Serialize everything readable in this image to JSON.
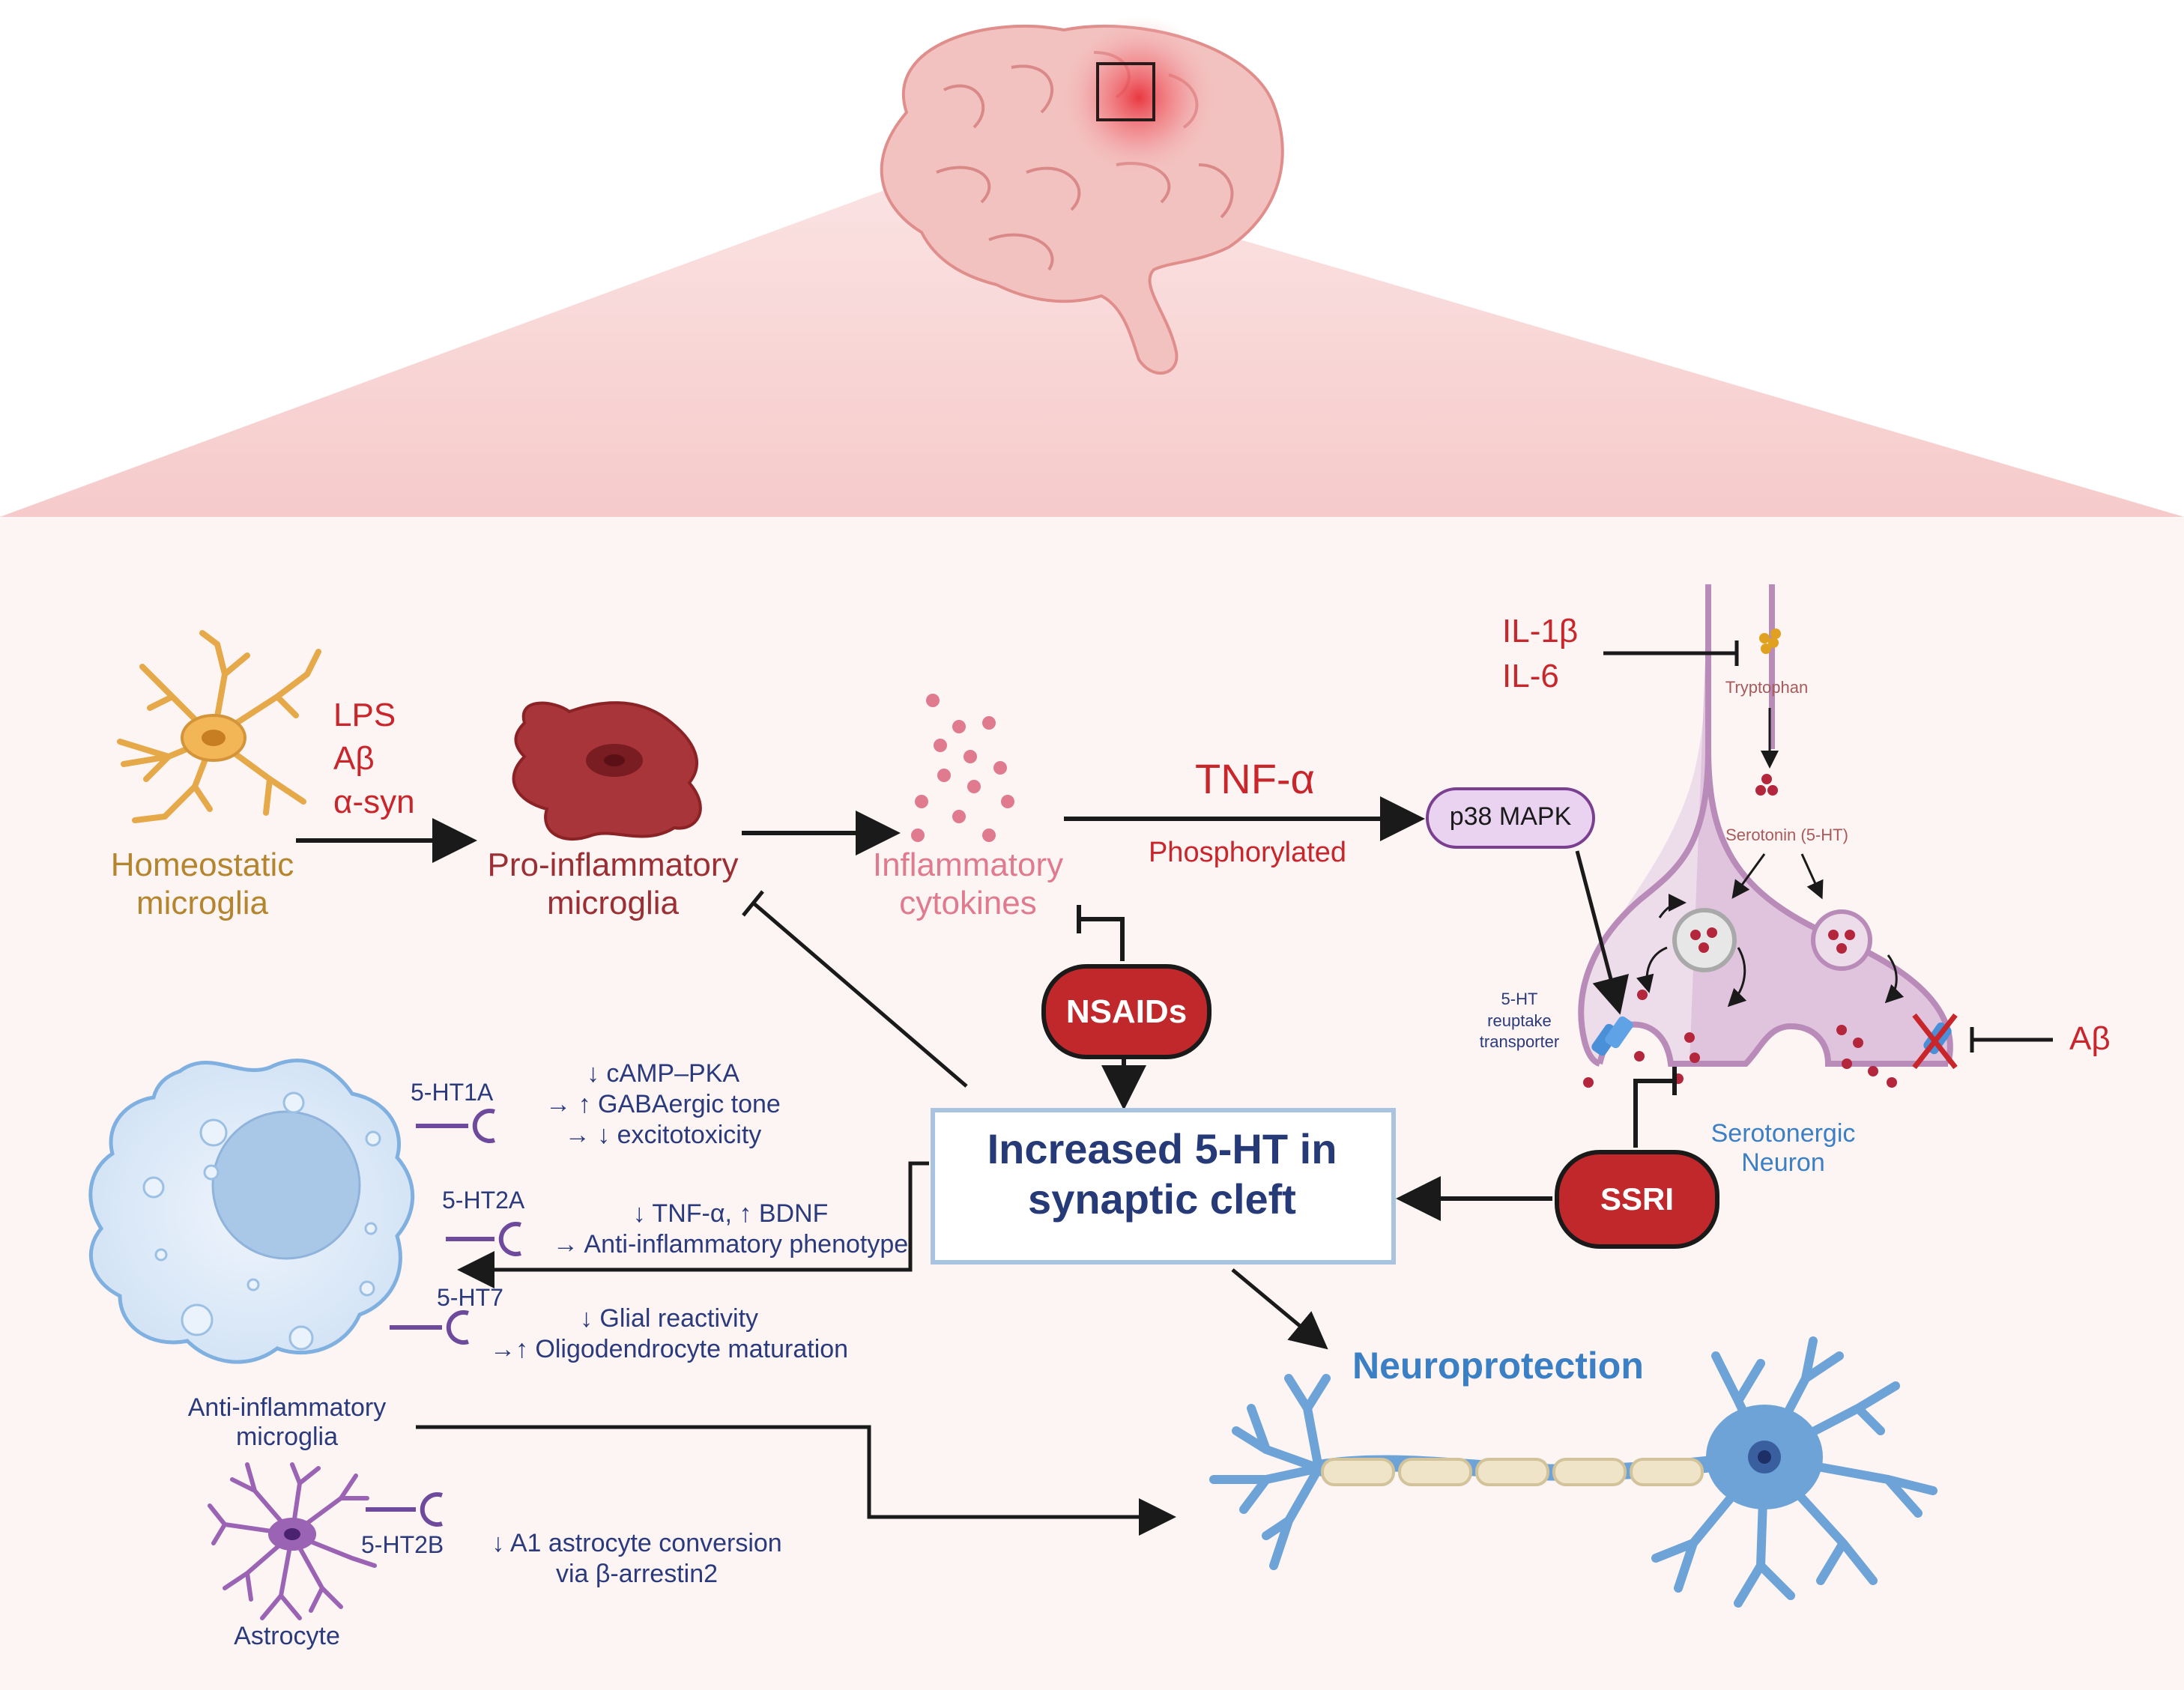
{
  "labels": {
    "homeostatic": "Homeostatic\nmicroglia",
    "pro_inflammatory": "Pro-inflammatory\nmicroglia",
    "cytokines": "Inflammatory\ncytokines",
    "lps": "LPS",
    "abeta": "Aβ",
    "asyn": "α-syn",
    "tnf": "TNF-α",
    "phosphorylated": "Phosphorylated",
    "p38": "p38 MAPK",
    "il1b": "IL-1β",
    "il6": "IL-6",
    "tryptophan": "Tryptophan",
    "serotonin": "Serotonin (5-HT)",
    "reuptake": "5-HT\nreuptake\ntransporter",
    "abeta_right": "Aβ",
    "serotonergic_neuron": "Serotonergic\nNeuron",
    "nsaids": "NSAIDs",
    "ssri": "SSRI",
    "increased_5ht": "Increased 5-HT in\nsynaptic cleft",
    "neuroprotection": "Neuroprotection",
    "anti_inflammatory": "Anti-inflammatory\nmicroglia",
    "astrocyte": "Astrocyte"
  },
  "receptors": [
    {
      "name": "5-HT1A",
      "effect": "↓ cAMP–PKA\n→ ↑ GABAergic tone\n→ ↓ excitotoxicity"
    },
    {
      "name": "5-HT2A",
      "effect": "↓ TNF-α, ↑ BDNF\n→ Anti-inflammatory phenotype"
    },
    {
      "name": "5-HT7",
      "effect": "↓ Glial reactivity\n→↑ Oligodendrocyte maturation"
    },
    {
      "name": "5-HT2B",
      "effect": "↓ A1 astrocyte conversion\nvia β-arrestin2"
    }
  ],
  "colors": {
    "accent_red": "#c8262b",
    "label_navy": "#2a3a7c",
    "label_blue": "#3b7fc4",
    "homeostatic": "#b5852e",
    "pro_inflammatory": "#9c2f33",
    "cytokine": "#e07a8e",
    "p38_fill": "#e9d3f0",
    "box_border": "#a9c4e0"
  }
}
